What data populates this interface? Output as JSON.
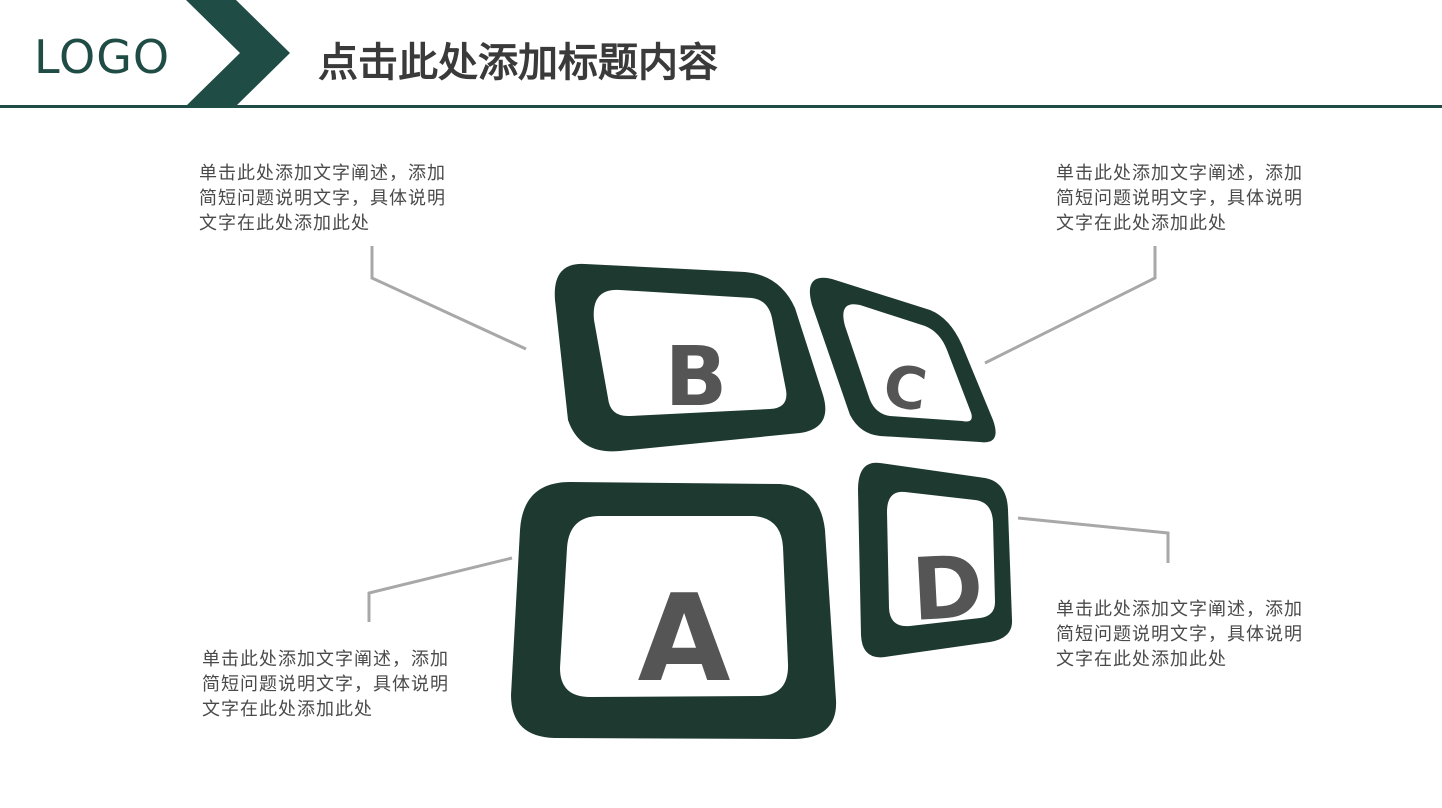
{
  "header": {
    "logo": "LOGO",
    "title": "点击此处添加标题内容"
  },
  "blocks": [
    {
      "letter": "A"
    },
    {
      "letter": "B"
    },
    {
      "letter": "C"
    },
    {
      "letter": "D"
    }
  ],
  "notes": {
    "top_left": [
      "单击此处添加文字阐述，添加",
      "简短问题说明文字，具体说明",
      "文字在此处添加此处"
    ],
    "top_right": [
      "单击此处添加文字阐述，添加",
      "简短问题说明文字，具体说明",
      "文字在此处添加此处"
    ],
    "bottom_left": [
      "单击此处添加文字阐述，添加",
      "简短问题说明文字，具体说明",
      "文字在此处添加此处"
    ],
    "bottom_right": [
      "单击此处添加文字阐述，添加",
      "简短问题说明文字，具体说明",
      "文字在此处添加此处"
    ]
  },
  "colors": {
    "brand_green": "#1f4c44",
    "block_green": "#1e3a30",
    "letter_gray": "#555555",
    "connector_gray": "#a8a8a8"
  }
}
